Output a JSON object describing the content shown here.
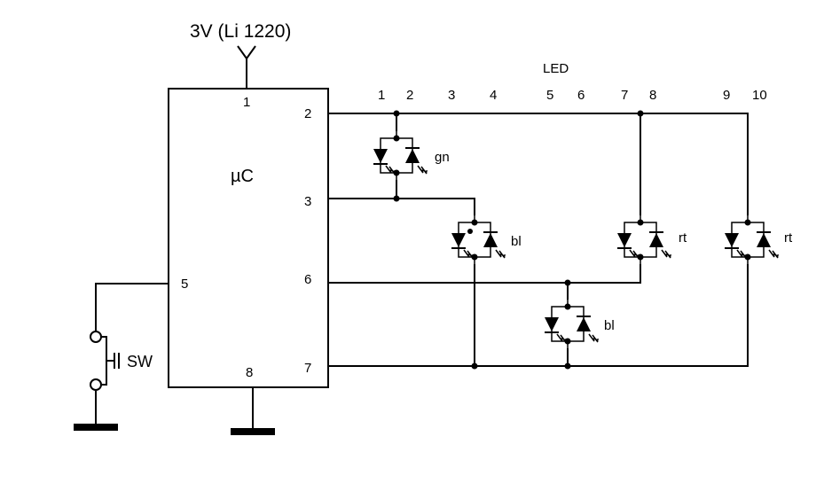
{
  "supply_label": "3V (Li 1220)",
  "led_header": "LED",
  "led_numbers": [
    "1",
    "2",
    "3",
    "4",
    "5",
    "6",
    "7",
    "8",
    "9",
    "10"
  ],
  "chip": {
    "name": "µC",
    "pins": [
      "1",
      "2",
      "3",
      "5",
      "6",
      "7",
      "8"
    ]
  },
  "switch_label": "SW",
  "led_pairs": [
    {
      "color_label": "gn"
    },
    {
      "color_label": "bl"
    },
    {
      "color_label": "rt"
    },
    {
      "color_label": "rt"
    },
    {
      "color_label": "bl"
    }
  ]
}
